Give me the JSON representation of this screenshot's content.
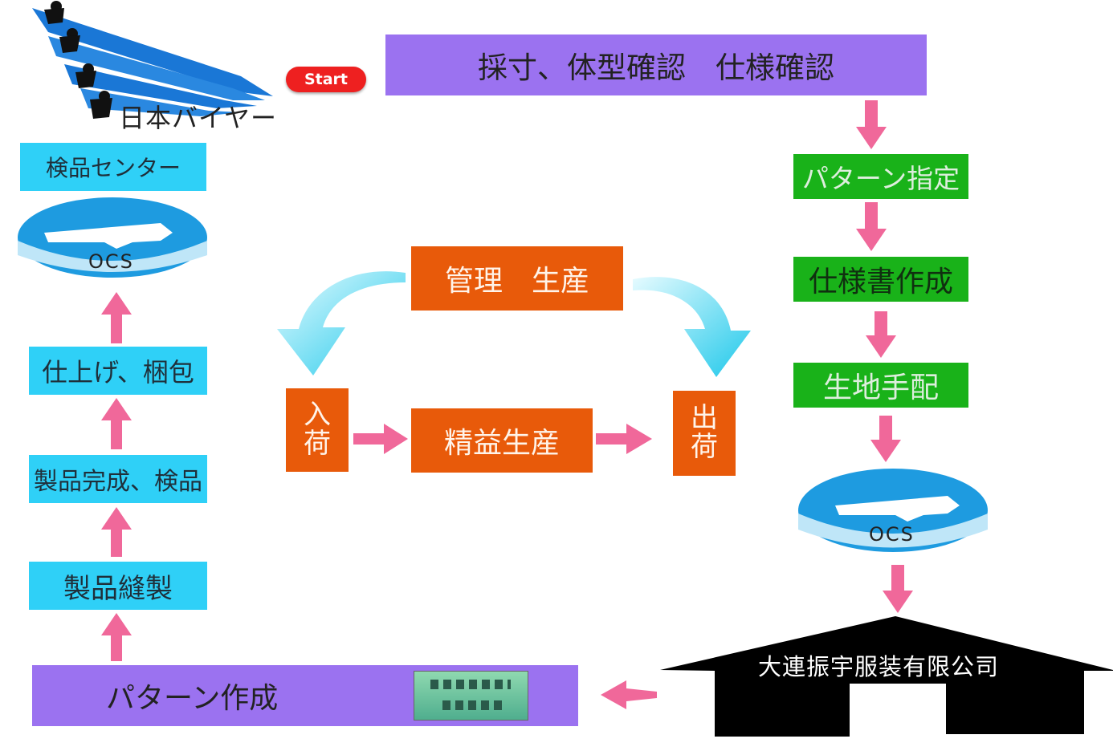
{
  "top": {
    "start_button": "Start",
    "buyer_label": "日本バイヤー",
    "measure_box": "採寸、体型確認　仕様確認"
  },
  "right_column": {
    "pattern_spec": "パターン指定",
    "spec_sheet": "仕様書作成",
    "fabric_order": "生地手配",
    "ocs_label": "OCS",
    "company_name": "大連振宇服装有限公司"
  },
  "left_column": {
    "inspection_center": "検品センター",
    "ocs_label": "OCS",
    "finishing_packing": "仕上げ、梱包",
    "product_inspection": "製品完成、検品",
    "sewing": "製品縫製"
  },
  "center": {
    "management": "管理　生産",
    "incoming_1": "入",
    "incoming_2": "荷",
    "lean_production": "精益生産",
    "outgoing_1": "出",
    "outgoing_2": "荷"
  },
  "bottom": {
    "pattern_making": "パターン作成"
  },
  "colors": {
    "purple": "#9b72f0",
    "green": "#19b219",
    "cyan": "#2fd0f7",
    "orange": "#e85a0a",
    "pink_arrow": "#f0689a",
    "teal_arrow": "#3fd6ee",
    "start_red": "#ee2020"
  }
}
